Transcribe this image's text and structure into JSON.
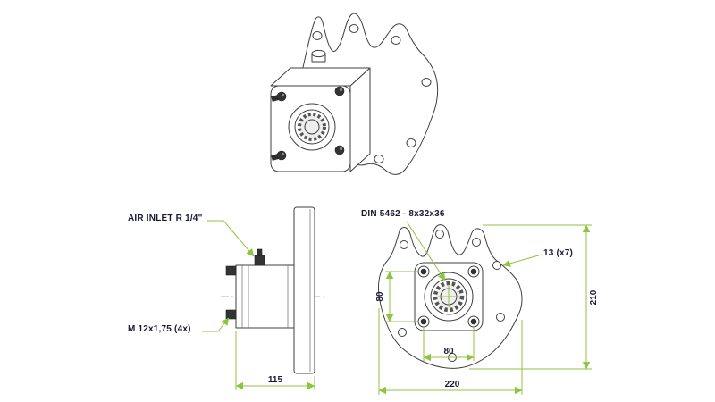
{
  "drawing": {
    "kind": "technical-drawing-pto-gearbox",
    "colors": {
      "line": "#3F3F3F",
      "dimension": "#8CC63E",
      "label": "#1A1A38",
      "background": "#FFFFFF"
    },
    "annotations": {
      "air_inlet": "AIR INLET R 1/4\"",
      "mounting_thread": "M 12x1,75 (4x)",
      "spline_spec": "DIN 5462 - 8x32x36",
      "hole_spec": "13 (x7)"
    },
    "dimensions": {
      "side_depth": "115",
      "bolt_pitch_vertical": "80",
      "bolt_pitch_horizontal": "80",
      "flange_height": "210",
      "flange_width": "220"
    }
  }
}
